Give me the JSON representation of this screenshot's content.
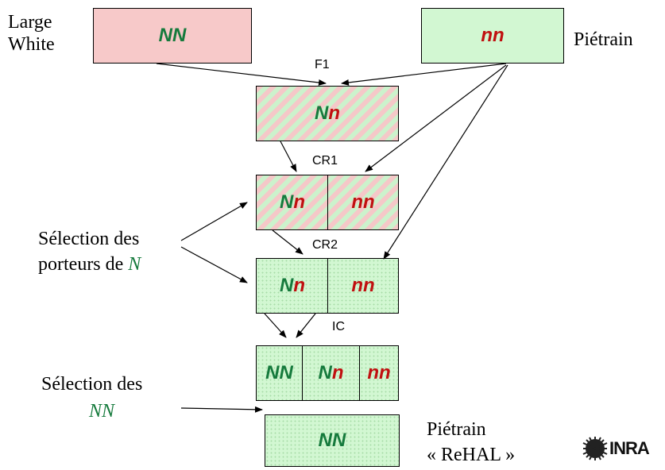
{
  "parents": {
    "large_white": {
      "label_line1": "Large",
      "label_line2": "White",
      "genotype_a": "N",
      "genotype_b": "N"
    },
    "pietrain": {
      "label": "Piétrain",
      "genotype_a": "n",
      "genotype_b": "n"
    }
  },
  "generations": {
    "f1": {
      "label": "F1",
      "a": "N",
      "b": "n"
    },
    "cr1": {
      "label": "CR1",
      "cells": [
        {
          "a": "N",
          "b": "n"
        },
        {
          "a": "n",
          "b": "n"
        }
      ]
    },
    "cr2": {
      "label": "CR2",
      "cells": [
        {
          "a": "N",
          "b": "n"
        },
        {
          "a": "n",
          "b": "n"
        }
      ]
    },
    "ic": {
      "label": "IC",
      "cells": [
        {
          "a": "N",
          "b": "N"
        },
        {
          "a": "N",
          "b": "n"
        },
        {
          "a": "n",
          "b": "n"
        }
      ]
    },
    "final": {
      "a": "N",
      "b": "N",
      "label_line1": "Piétrain",
      "label_line2": "« ReHAL »"
    }
  },
  "annotations": {
    "selection_carriers": {
      "line1": "Sélection des",
      "line2_prefix": "porteurs de ",
      "line2_allele": "N"
    },
    "selection_nn": {
      "line1": "Sélection des",
      "line2": "NN"
    }
  },
  "logo": {
    "text": "INRA"
  },
  "colors": {
    "dominant": "#157a3c",
    "recessive": "#c01010",
    "pink": "#f7c9c9",
    "green": "#d2f7d2"
  }
}
